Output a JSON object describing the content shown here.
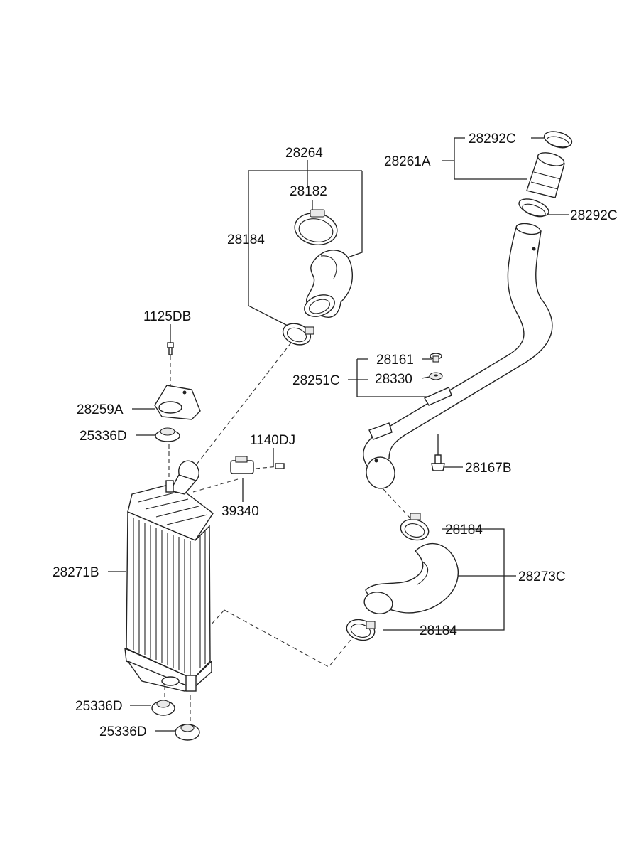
{
  "labels": {
    "p28264": "28264",
    "p28182": "28182",
    "p28184_top": "28184",
    "p28292C_top": "28292C",
    "p28261A": "28261A",
    "p28292C_right": "28292C",
    "p1125DB": "1125DB",
    "p28259A": "28259A",
    "p25336D_top": "25336D",
    "p1140DJ": "1140DJ",
    "p39340": "39340",
    "p28161": "28161",
    "p28330": "28330",
    "p28251C": "28251C",
    "p28167B": "28167B",
    "p28184_mid": "28184",
    "p28273C": "28273C",
    "p28184_low": "28184",
    "p28271B": "28271B",
    "p25336D_low1": "25336D",
    "p25336D_low2": "25336D"
  }
}
